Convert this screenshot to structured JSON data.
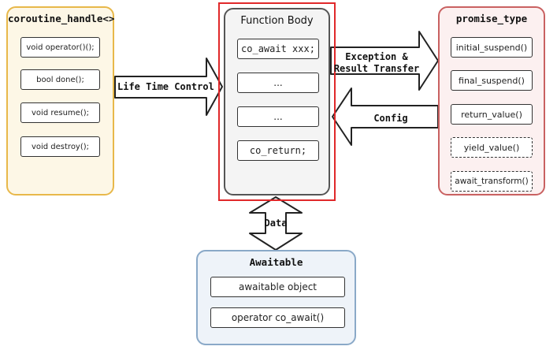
{
  "coroutine_handle": {
    "title": "coroutine_handle<>",
    "items": [
      "void operator()();",
      "bool done();",
      "void resume();",
      "void destroy();"
    ]
  },
  "function_body": {
    "title": "Function Body",
    "items": [
      "co_await xxx;",
      "...",
      "...",
      "co_return;"
    ]
  },
  "promise_type": {
    "title": "promise_type",
    "items": [
      {
        "label": "initial_suspend()",
        "style": "solid"
      },
      {
        "label": "final_suspend()",
        "style": "solid"
      },
      {
        "label": "return_value()",
        "style": "solid"
      },
      {
        "label": "yield_value()",
        "style": "dashed"
      },
      {
        "label": "await_transform()",
        "style": "dashed"
      }
    ]
  },
  "awaitable": {
    "title": "Awaitable",
    "items": [
      "awaitable object",
      "operator co_await()"
    ]
  },
  "arrows": {
    "lifetime": "Life Time Control",
    "exception_line1": "Exception &",
    "exception_line2": "Result Transfer",
    "config": "Config",
    "data": "Data"
  },
  "colors": {
    "handle_border": "#e8b84a",
    "handle_fill": "#fdf7e6",
    "body_highlight": "#e0282a",
    "body_fill": "#f4f4f4",
    "promise_border": "#c96161",
    "promise_fill": "#fcf0f0",
    "await_border": "#8aa9c8",
    "await_fill": "#eef3f9"
  }
}
